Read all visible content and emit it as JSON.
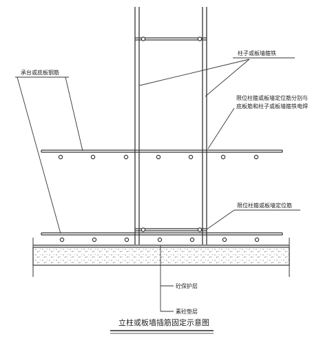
{
  "diagram": {
    "title": "立柱或板墙插筋固定示意图",
    "labels": {
      "cap_rebar": "承台或底板钢筋",
      "column_stirrup": "柱子或板墙箍铁",
      "limit_bar_weld_line1": "限位柱箍或板墙定位筋分别与",
      "limit_bar_weld_line2": "底板筋和柱子或板墙箍铁电焊",
      "limit_bar": "限位柱箍或板墙定位筋",
      "protect_layer": "砼保护层",
      "cushion_layer": "素砼垫层"
    }
  }
}
